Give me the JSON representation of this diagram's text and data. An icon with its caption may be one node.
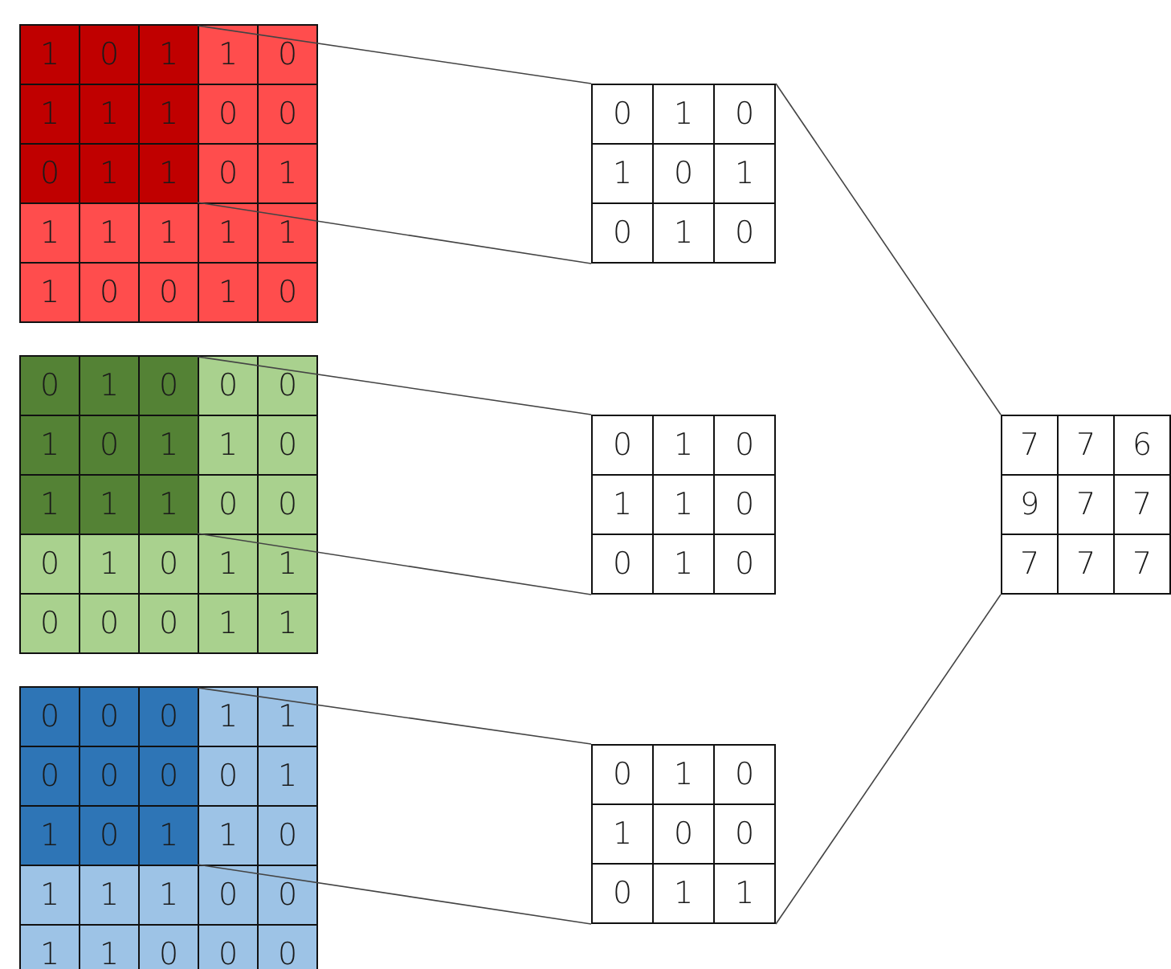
{
  "diagram": {
    "nodes": [
      {
        "text": [
          "1",
          "0",
          "0",
          "0",
          "0",
          "1",
          "1",
          "1",
          "1",
          "1",
          "1",
          "1",
          "0",
          "0",
          "1",
          "0"
        ]
      },
      {
        "text": [
          "1",
          "0",
          "1",
          "1",
          "1",
          "1",
          "0",
          "1",
          "1"
        ],
        "in": 0
      },
      {
        "text": [
          "0",
          "1",
          "0",
          "1",
          "0",
          "1",
          "0",
          "1",
          "0"
        ]
      },
      {
        "text": [
          "0",
          "0",
          "1",
          "0",
          "0",
          "0",
          "0",
          "1",
          "0",
          "1",
          "1",
          "0",
          "0",
          "0",
          "1",
          "1"
        ]
      },
      {
        "text": [
          "0",
          "1",
          "0",
          "1",
          "0",
          "1",
          "1",
          "1",
          "1"
        ],
        "in": 3
      },
      {
        "text": [
          "0",
          "1",
          "0",
          "1",
          "1",
          "0",
          "0",
          "1",
          "0"
        ]
      },
      {
        "text": [
          "1",
          "1",
          "0",
          "1",
          "1",
          "0",
          "1",
          "1",
          "1",
          "0",
          "0",
          "1",
          "1",
          "0",
          "0",
          "0"
        ]
      },
      {
        "text": [
          "0",
          "0",
          "0",
          "0",
          "0",
          "0",
          "1",
          "0",
          "1"
        ],
        "in": 6
      },
      {
        "text": [
          "0",
          "1",
          "0",
          "1",
          "0",
          "0",
          "0",
          "1",
          "1"
        ]
      },
      {
        "text": [
          "7",
          "7",
          "6",
          "9",
          "7",
          "7",
          "7",
          "7",
          "7"
        ]
      }
    ],
    "edges": [
      {
        "from": 1,
        "to": 2,
        "arrow": "none"
      },
      {
        "from": 1,
        "to": 2,
        "arrow": "none"
      },
      {
        "from": 4,
        "to": 5,
        "arrow": "none"
      },
      {
        "from": 4,
        "to": 5,
        "arrow": "none"
      },
      {
        "from": 7,
        "to": 8,
        "arrow": "none"
      },
      {
        "from": 7,
        "to": 8,
        "arrow": "none"
      },
      {
        "from": 2,
        "to": 9,
        "arrow": "none"
      },
      {
        "from": 8,
        "to": 9,
        "arrow": "none"
      }
    ]
  }
}
